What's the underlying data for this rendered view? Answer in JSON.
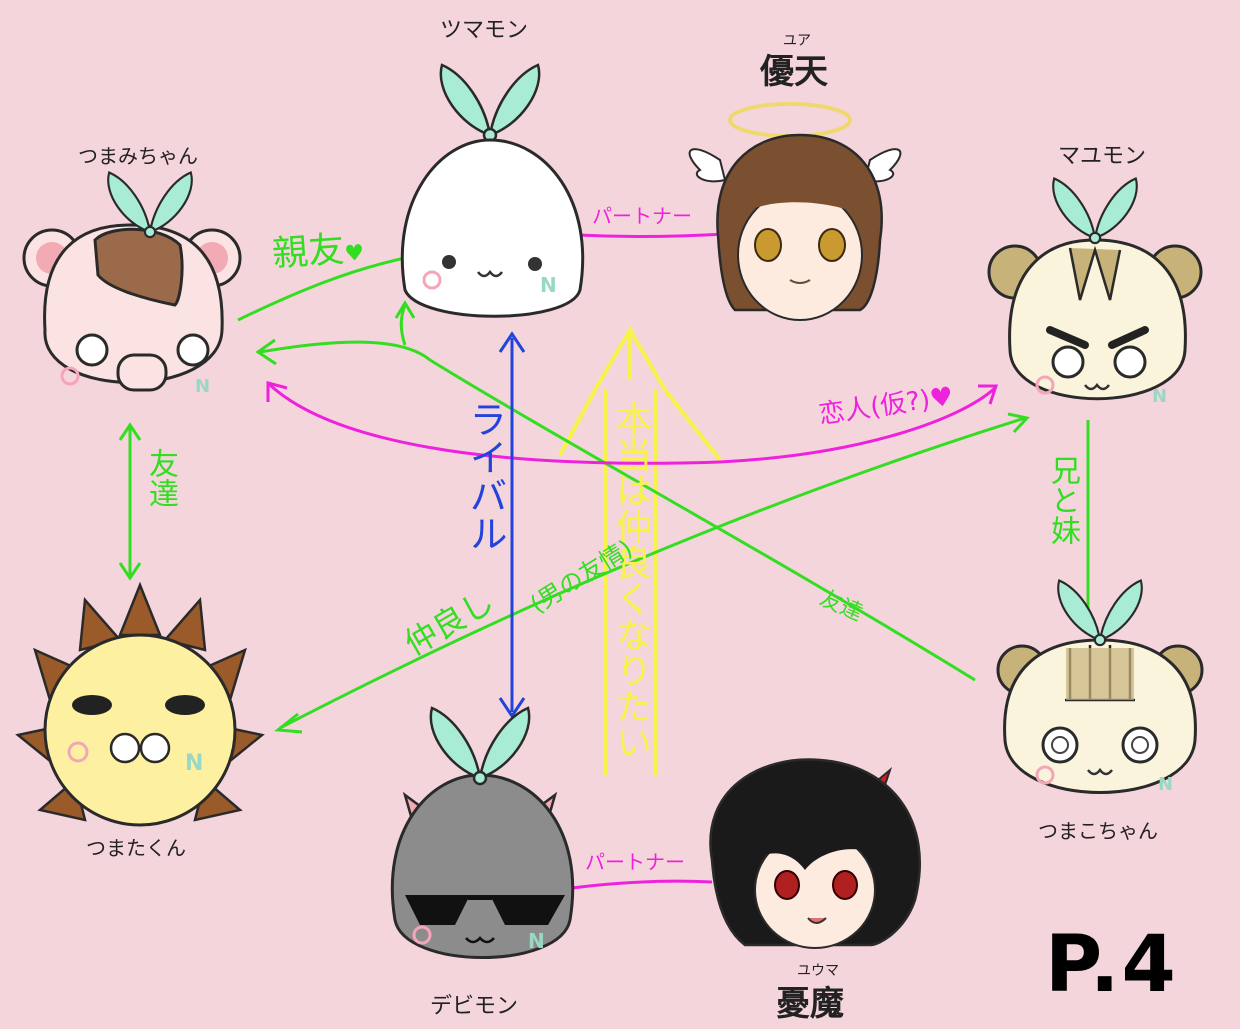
{
  "colors": {
    "background": "#f5d5dc",
    "green": "#33dd22",
    "magenta": "#ee22dd",
    "blue": "#2244dd",
    "yellow": "#f8f24a",
    "leaf": "#a8ecd6"
  },
  "characters": {
    "tsumamon": {
      "name": "ツマモン"
    },
    "yua": {
      "name": "優天",
      "ruby": "ユア"
    },
    "tsumami": {
      "name": "つまみちゃん"
    },
    "mayumon": {
      "name": "マユモン"
    },
    "tsumata": {
      "name": "つまたくん"
    },
    "tsumako": {
      "name": "つまこちゃん"
    },
    "devimon": {
      "name": "デビモン"
    },
    "yuma": {
      "name": "憂魔",
      "ruby": "ユウマ"
    }
  },
  "relations": {
    "best_friend": "親友",
    "best_friend_heart": "♥",
    "partner_top": "パートナー",
    "partner_bottom": "パートナー",
    "friends_left": "友達",
    "rival": "ライバル",
    "want_closer": "本当は仲良くなりたい",
    "lovers": "恋人(仮?)",
    "lovers_heart": "♥",
    "siblings": "兄と妹",
    "good_friends": "仲良し",
    "mens_friendship": "(男の友情)",
    "friends_cross": "友達"
  },
  "page_label": "P.4"
}
